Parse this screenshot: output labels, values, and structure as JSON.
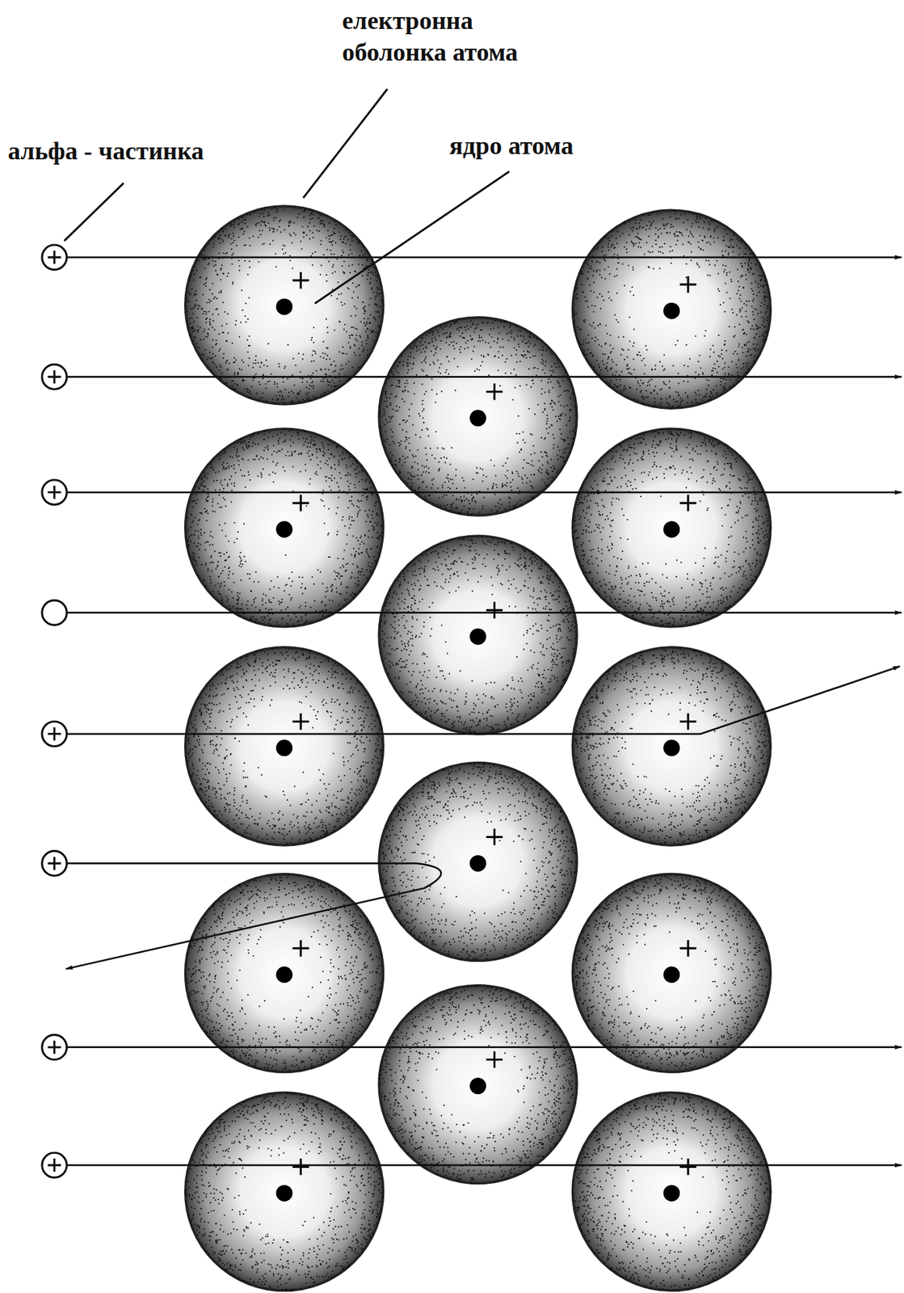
{
  "diagram": {
    "labels": [
      "електронна оболонка атома",
      "ядро атома",
      "альфа - частинка"
    ]
  }
}
